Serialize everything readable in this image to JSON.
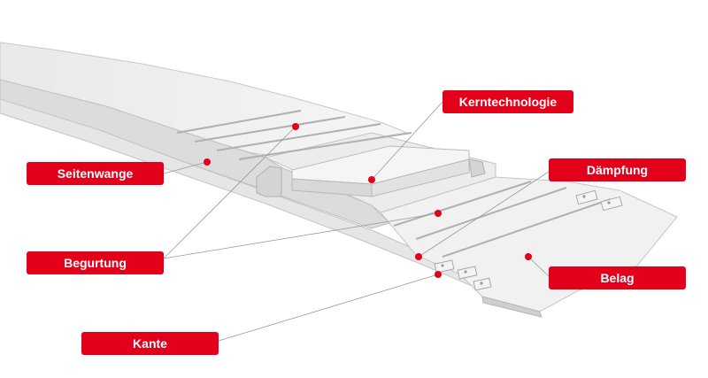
{
  "diagram": {
    "accent_color": "#e2001a",
    "board_color": "#eeeeee",
    "labels": {
      "kerntechnologie": "Kerntechnologie",
      "seitenwange": "Seitenwange",
      "daempfung": "Dämpfung",
      "begurtung": "Begurtung",
      "belag": "Belag",
      "kante": "Kante"
    }
  }
}
